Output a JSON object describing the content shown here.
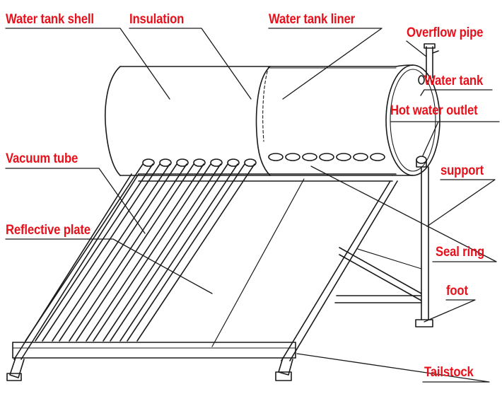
{
  "diagram": {
    "labels": {
      "water_tank_shell": "Water tank shell",
      "insulation": "Insulation",
      "water_tank_liner": "Water tank liner",
      "overflow_pipe": "Overflow pipe",
      "water_tank": "Water tank",
      "hot_water_outlet": "Hot water outlet",
      "vacuum_tube": "Vacuum tube",
      "support": "support",
      "reflective_plate": "Reflective plate",
      "seal_ring": "Seal ring",
      "foot": "foot",
      "tailstock": "Tailstock"
    },
    "colors": {
      "label": "#e8101a",
      "line": "#1a1a1a",
      "background": "#ffffff"
    }
  }
}
